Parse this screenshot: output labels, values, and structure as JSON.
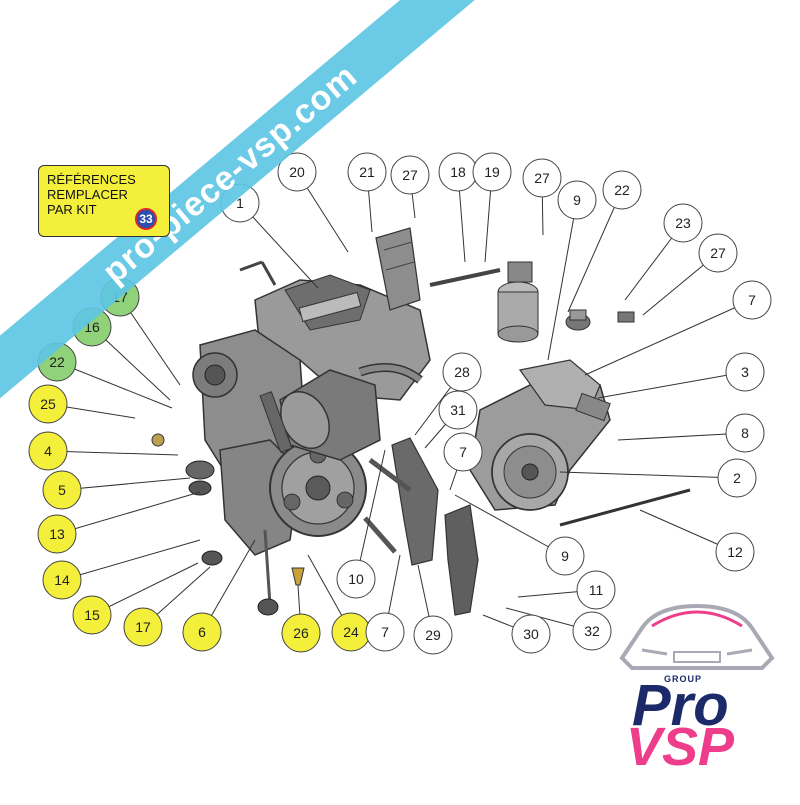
{
  "reference_box": {
    "line1": "RÉFÉRENCES",
    "line2": "REMPLACER",
    "line3": "PAR KIT",
    "kit_number": "33"
  },
  "watermark": "pro-piece-vsp.com",
  "logo": {
    "group": "GROUP",
    "pro": "Pro",
    "vsp": "VSP"
  },
  "colors": {
    "highlight_yellow": "#f3ef3a",
    "highlight_green": "#8fd27a",
    "watermark_blue": "#5ec6e3",
    "brand_navy": "#1d2a6a",
    "brand_pink": "#ee3d8a"
  },
  "callouts": [
    {
      "id": "c20",
      "label": "20",
      "highlight": "none"
    },
    {
      "id": "c21",
      "label": "21",
      "highlight": "none"
    },
    {
      "id": "c27a",
      "label": "27",
      "highlight": "none"
    },
    {
      "id": "c18",
      "label": "18",
      "highlight": "none"
    },
    {
      "id": "c19",
      "label": "19",
      "highlight": "none"
    },
    {
      "id": "c27b",
      "label": "27",
      "highlight": "none"
    },
    {
      "id": "c9a",
      "label": "9",
      "highlight": "none"
    },
    {
      "id": "c22a",
      "label": "22",
      "highlight": "none"
    },
    {
      "id": "c23",
      "label": "23",
      "highlight": "none"
    },
    {
      "id": "c27c",
      "label": "27",
      "highlight": "none"
    },
    {
      "id": "c1",
      "label": "1",
      "highlight": "none"
    },
    {
      "id": "c17a",
      "label": "17",
      "highlight": "green"
    },
    {
      "id": "c16",
      "label": "16",
      "highlight": "green"
    },
    {
      "id": "c7a",
      "label": "7",
      "highlight": "none"
    },
    {
      "id": "c22b",
      "label": "22",
      "highlight": "green"
    },
    {
      "id": "c3",
      "label": "3",
      "highlight": "none"
    },
    {
      "id": "c28",
      "label": "28",
      "highlight": "none"
    },
    {
      "id": "c25",
      "label": "25",
      "highlight": "yellow"
    },
    {
      "id": "c31",
      "label": "31",
      "highlight": "none"
    },
    {
      "id": "c8",
      "label": "8",
      "highlight": "none"
    },
    {
      "id": "c4",
      "label": "4",
      "highlight": "yellow"
    },
    {
      "id": "c7b",
      "label": "7",
      "highlight": "none"
    },
    {
      "id": "c2",
      "label": "2",
      "highlight": "none"
    },
    {
      "id": "c5",
      "label": "5",
      "highlight": "yellow"
    },
    {
      "id": "c13",
      "label": "13",
      "highlight": "yellow"
    },
    {
      "id": "c9b",
      "label": "9",
      "highlight": "none"
    },
    {
      "id": "c12",
      "label": "12",
      "highlight": "none"
    },
    {
      "id": "c14",
      "label": "14",
      "highlight": "yellow"
    },
    {
      "id": "c10",
      "label": "10",
      "highlight": "none"
    },
    {
      "id": "c11",
      "label": "11",
      "highlight": "none"
    },
    {
      "id": "c15",
      "label": "15",
      "highlight": "yellow"
    },
    {
      "id": "c17b",
      "label": "17",
      "highlight": "yellow"
    },
    {
      "id": "c6",
      "label": "6",
      "highlight": "yellow"
    },
    {
      "id": "c26",
      "label": "26",
      "highlight": "yellow"
    },
    {
      "id": "c24",
      "label": "24",
      "highlight": "yellow"
    },
    {
      "id": "c7c",
      "label": "7",
      "highlight": "none"
    },
    {
      "id": "c29",
      "label": "29",
      "highlight": "none"
    },
    {
      "id": "c30",
      "label": "30",
      "highlight": "none"
    },
    {
      "id": "c32",
      "label": "32",
      "highlight": "none"
    }
  ]
}
